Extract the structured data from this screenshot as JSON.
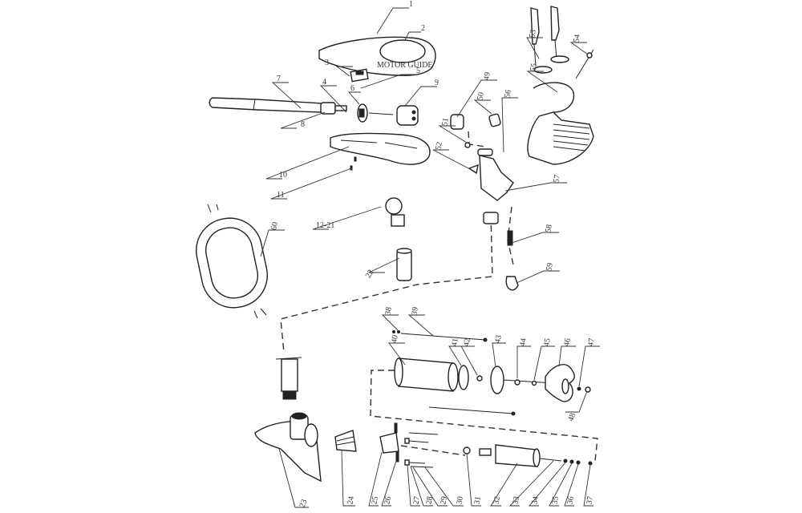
{
  "diagram": {
    "type": "exploded-view parts diagram",
    "subject": "electric trolling motor assembly",
    "parts": [
      {
        "id": "1",
        "label": "1"
      },
      {
        "id": "2",
        "label": "2"
      },
      {
        "id": "3",
        "label": "3"
      },
      {
        "id": "4",
        "label": "4"
      },
      {
        "id": "5",
        "label": "5"
      },
      {
        "id": "6",
        "label": "6"
      },
      {
        "id": "7",
        "label": "7"
      },
      {
        "id": "8",
        "label": "8"
      },
      {
        "id": "9",
        "label": "9"
      },
      {
        "id": "10",
        "label": "10"
      },
      {
        "id": "11",
        "label": "11"
      },
      {
        "id": "12-21",
        "label": "12-21"
      },
      {
        "id": "22",
        "label": "22"
      },
      {
        "id": "23",
        "label": "23"
      },
      {
        "id": "24",
        "label": "24"
      },
      {
        "id": "25",
        "label": "25"
      },
      {
        "id": "26",
        "label": "26"
      },
      {
        "id": "27",
        "label": "27"
      },
      {
        "id": "28",
        "label": "28"
      },
      {
        "id": "29",
        "label": "29"
      },
      {
        "id": "30",
        "label": "30"
      },
      {
        "id": "31",
        "label": "31"
      },
      {
        "id": "32",
        "label": "32"
      },
      {
        "id": "33",
        "label": "33"
      },
      {
        "id": "34",
        "label": "34"
      },
      {
        "id": "35",
        "label": "35"
      },
      {
        "id": "36",
        "label": "36"
      },
      {
        "id": "37",
        "label": "37"
      },
      {
        "id": "38",
        "label": "38"
      },
      {
        "id": "39",
        "label": "39"
      },
      {
        "id": "40",
        "label": "40"
      },
      {
        "id": "41",
        "label": "41"
      },
      {
        "id": "42",
        "label": "42"
      },
      {
        "id": "43",
        "label": "43"
      },
      {
        "id": "44",
        "label": "44"
      },
      {
        "id": "45",
        "label": "45"
      },
      {
        "id": "46",
        "label": "46"
      },
      {
        "id": "47",
        "label": "47"
      },
      {
        "id": "48",
        "label": "48"
      },
      {
        "id": "49",
        "label": "49"
      },
      {
        "id": "50",
        "label": "50"
      },
      {
        "id": "51",
        "label": "51"
      },
      {
        "id": "52",
        "label": "52"
      },
      {
        "id": "53",
        "label": "53"
      },
      {
        "id": "54",
        "label": "54"
      },
      {
        "id": "55",
        "label": "55"
      },
      {
        "id": "56",
        "label": "56"
      },
      {
        "id": "57",
        "label": "57"
      },
      {
        "id": "58",
        "label": "58"
      },
      {
        "id": "59",
        "label": "59"
      },
      {
        "id": "60",
        "label": "60"
      }
    ],
    "housing_text": "MOTOR GUIDE"
  }
}
